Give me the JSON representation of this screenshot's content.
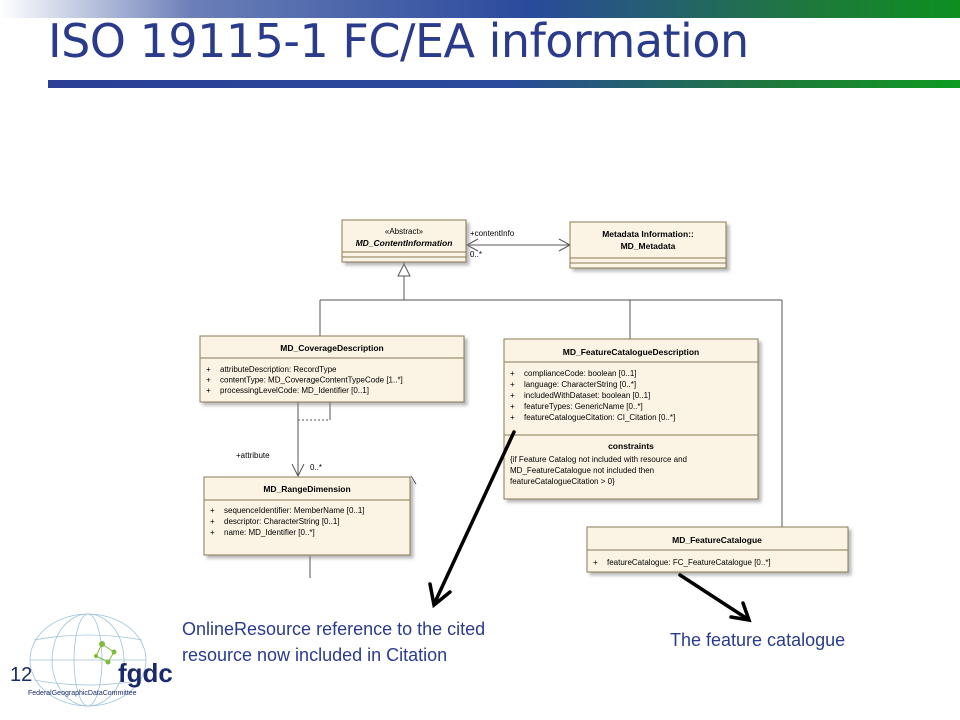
{
  "slide": {
    "title": "ISO 19115-1 FC/EA information",
    "number": "12"
  },
  "diagram": {
    "content_info": {
      "stereotype": "«Abstract»",
      "name": "MD_ContentInformation"
    },
    "metadata": {
      "name_line1": "Metadata Information::",
      "name_line2": "MD_Metadata"
    },
    "association": {
      "role": "+contentInfo",
      "multiplicity": "0..*"
    },
    "coverage": {
      "name": "MD_CoverageDescription",
      "attributes": [
        "attributeDescription:  RecordType",
        "contentType:  MD_CoverageContentTypeCode [1..*]",
        "processingLevelCode:  MD_Identifier [0..1]"
      ]
    },
    "feature_catalogue_description": {
      "name": "MD_FeatureCatalogueDescription",
      "attributes": [
        "complianceCode:  boolean [0..1]",
        "language:  CharacterString [0..*]",
        "includedWithDataset:  boolean [0..1]",
        "featureTypes:  GenericName [0..*]",
        "featureCatalogueCitation:  CI_Citation [0..*]"
      ],
      "constraints_title": "constraints",
      "constraints": [
        "{if Feature Catalog not included with resource and",
        "MD_FeatureCatalogue not included then",
        "featureCatalogueCitation > 0}"
      ]
    },
    "range_dimension": {
      "name": "MD_RangeDimension",
      "attributes": [
        "sequenceIdentifier:  MemberName [0..1]",
        "descriptor:  CharacterString [0..1]",
        "name:  MD_Identifier [0..*]"
      ]
    },
    "attribute_assoc": {
      "role": "+attribute",
      "multiplicity": "0..*"
    },
    "feature_catalogue": {
      "name": "MD_FeatureCatalogue",
      "attributes": [
        "featureCatalogue:  FC_FeatureCatalogue [0..*]"
      ]
    },
    "visibility_marker": "+"
  },
  "captions": {
    "left_line1": "OnlineResource  reference to the cited",
    "left_line2": "resource now included in Citation",
    "right": "The feature catalogue"
  },
  "logo": {
    "text": "fgdc",
    "subtext": "FederalGeographicDataCommittee"
  },
  "colors": {
    "title": "#2b3b8c",
    "uml_fill": "#fbf4e4",
    "uml_border": "#8a7a55",
    "arrow": "#000000"
  }
}
